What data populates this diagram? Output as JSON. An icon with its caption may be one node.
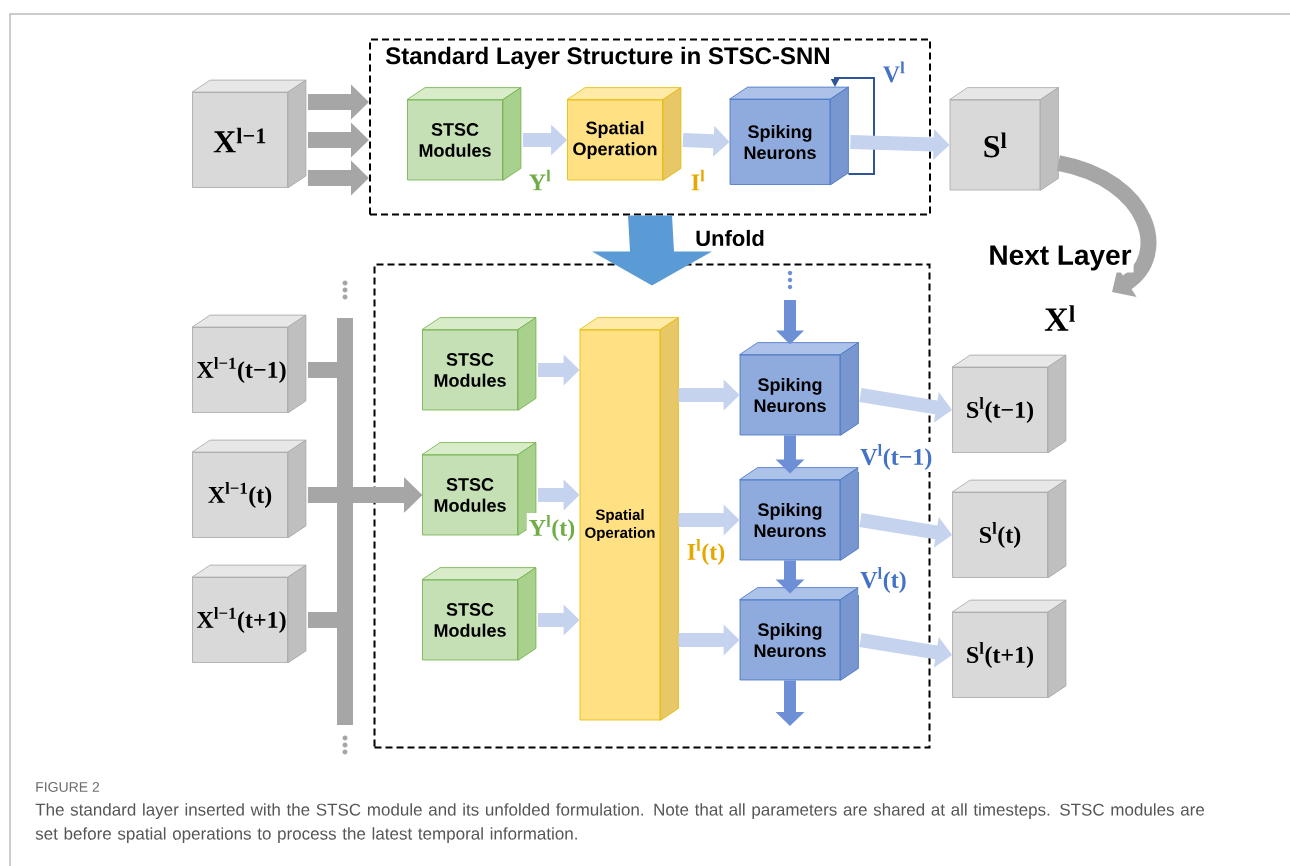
{
  "diagram": {
    "caption": "The standard layer inserted with the STSC module and its unfolded formulation. Note that all parameters are shared at all timesteps. STSC modules are set before spatial operations to process the latest temporal information.",
    "nodes": [
      {
        "text": [
          "Standard Layer Structure in STSC-SNN"
        ]
      },
      {
        "text": [
          "X$^{l−1}$"
        ]
      },
      {
        "text": [
          "STSC Modules"
        ],
        "in": 0
      },
      {
        "text": [
          "Spatial Operation"
        ],
        "in": 0
      },
      {
        "text": [
          "Spiking Neurons"
        ],
        "in": 0
      },
      {
        "text": [
          "S$^{l}$"
        ]
      },
      {
        "text": [],
        "shape": "box"
      },
      {
        "text": [
          "X$^{l−1}$(t−1)"
        ]
      },
      {
        "text": [
          "X$^{l−1}$(t)"
        ]
      },
      {
        "text": [
          "X$^{l−1}$(t+1)"
        ]
      },
      {
        "text": [
          "STSC Modules"
        ],
        "in": 6
      },
      {
        "text": [
          "STSC Modules"
        ],
        "in": 6
      },
      {
        "text": [
          "STSC Modules"
        ],
        "in": 6
      },
      {
        "text": [
          "Spatial Operation"
        ],
        "in": 6
      },
      {
        "text": [
          "Spiking Neurons"
        ],
        "in": 6
      },
      {
        "text": [
          "Spiking Neurons"
        ],
        "in": 6
      },
      {
        "text": [
          "Spiking Neurons"
        ],
        "in": 6
      },
      {
        "text": [
          "S$^{l}$(t−1)"
        ]
      },
      {
        "text": [
          "S$^{l}$(t)"
        ]
      },
      {
        "text": [
          "S$^{l}$(t+1)"
        ]
      }
    ],
    "edges": [
      {
        "from": 1,
        "to": 0,
        "arrow": "to",
        "color": "#a6a6a6"
      },
      {
        "from": 1,
        "to": 0,
        "arrow": "to",
        "color": "#a6a6a6"
      },
      {
        "from": 1,
        "to": 0,
        "arrow": "to",
        "color": "#a6a6a6"
      },
      {
        "from": 2,
        "to": 3,
        "arrow": "to",
        "label": "Y$^{l}$"
      },
      {
        "from": 3,
        "to": 4,
        "arrow": "to",
        "label": "I$^{l}$"
      },
      {
        "from": 4,
        "to": 4,
        "arrow": "to",
        "label": "V$^{l}$",
        "color": "#2f5597"
      },
      {
        "from": 4,
        "to": 5,
        "arrow": "to"
      },
      {
        "from": 5,
        "to": null,
        "arrow": "to",
        "label": "Next Layer",
        "color": "#a6a6a6"
      },
      {
        "from": 0,
        "to": 6,
        "arrow": "to",
        "label": "Unfold",
        "style": "thick",
        "color": "#5b9bd5"
      },
      {
        "from": 7,
        "to": 11,
        "arrow": "to",
        "color": "#a6a6a6"
      },
      {
        "from": 8,
        "to": 11,
        "arrow": "to",
        "color": "#a6a6a6"
      },
      {
        "from": 9,
        "to": 11,
        "arrow": "to",
        "color": "#a6a6a6"
      },
      {
        "from": 10,
        "to": 13,
        "arrow": "to"
      },
      {
        "from": 11,
        "to": 13,
        "arrow": "to",
        "label": "Y$^{l}$(t)"
      },
      {
        "from": 12,
        "to": 13,
        "arrow": "to"
      },
      {
        "from": 13,
        "to": 14,
        "arrow": "to"
      },
      {
        "from": 13,
        "to": 15,
        "arrow": "to",
        "label": "I$^{l}$(t)"
      },
      {
        "from": 13,
        "to": 16,
        "arrow": "to"
      },
      {
        "from": 14,
        "to": 17,
        "arrow": "to"
      },
      {
        "from": 15,
        "to": 18,
        "arrow": "to"
      },
      {
        "from": 16,
        "to": 19,
        "arrow": "to"
      },
      {
        "from": null,
        "to": 14,
        "arrow": "to",
        "color": "#6d8fd6"
      },
      {
        "from": 14,
        "to": 15,
        "arrow": "to",
        "label": "V$^{l}$(t−1)",
        "color": "#6d8fd6"
      },
      {
        "from": 15,
        "to": 16,
        "arrow": "to",
        "label": "V$^{l}$(t)",
        "color": "#6d8fd6"
      },
      {
        "from": 16,
        "to": null,
        "arrow": "to",
        "color": "#6d8fd6"
      }
    ],
    "labels": [
      "X$^{l}$",
      "FIGURE 2"
    ]
  }
}
